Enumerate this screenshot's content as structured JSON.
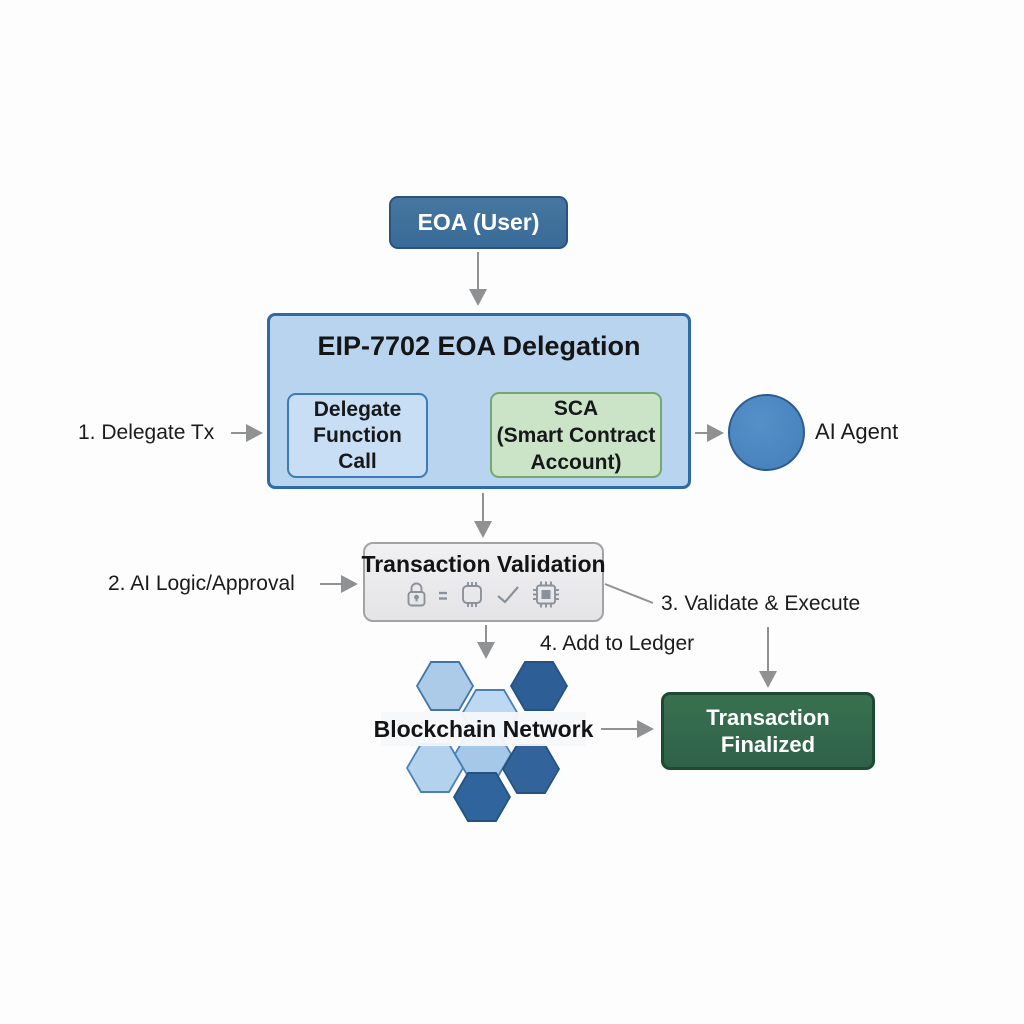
{
  "nodes": {
    "eoa": {
      "label": "EOA (User)"
    },
    "delegation": {
      "title": "EIP-7702 EOA Delegation",
      "delegate_call": {
        "lines": [
          "Delegate",
          "Function",
          "Call"
        ]
      },
      "sca": {
        "lines": [
          "SCA",
          "(Smart Contract",
          "Account)"
        ]
      }
    },
    "ai_agent": {
      "label": "AI Agent"
    },
    "validation": {
      "title": "Transaction Validation",
      "icons": [
        "lock-icon",
        "equals-icon",
        "chip-outline-icon",
        "check-icon",
        "chip-filled-icon"
      ]
    },
    "blockchain": {
      "label": "Blockchain Network"
    },
    "finalized": {
      "lines": [
        "Transaction",
        "Finalized"
      ]
    }
  },
  "steps": {
    "step1": "1. Delegate Tx",
    "step2": "2. AI Logic/Approval",
    "step3": "3. Validate & Execute",
    "step4": "4. Add to Ledger"
  },
  "colors": {
    "eoa_fill": "#3f6f9e",
    "eoa_border": "#2a527c",
    "delegation_fill": "#b8d4ef",
    "delegation_border": "#2e6ba6",
    "delegate_call_fill": "#c8def4",
    "delegate_call_border": "#3d7ab8",
    "sca_fill": "#cbe4c7",
    "sca_border": "#74a873",
    "agent_fill": "#4b86c1",
    "agent_border": "#2b5c91",
    "validation_fill": "#ececee",
    "validation_border": "#a3a3a6",
    "finalized_fill": "#336b4e",
    "finalized_border": "#1d4a33",
    "hex_light": "#abcbe9",
    "hex_lighter": "#bcd8f2",
    "hex_dark": "#2e5f96",
    "arrow": "#8f9193",
    "icon": "#8b919b",
    "text": "#1b1b1d"
  }
}
